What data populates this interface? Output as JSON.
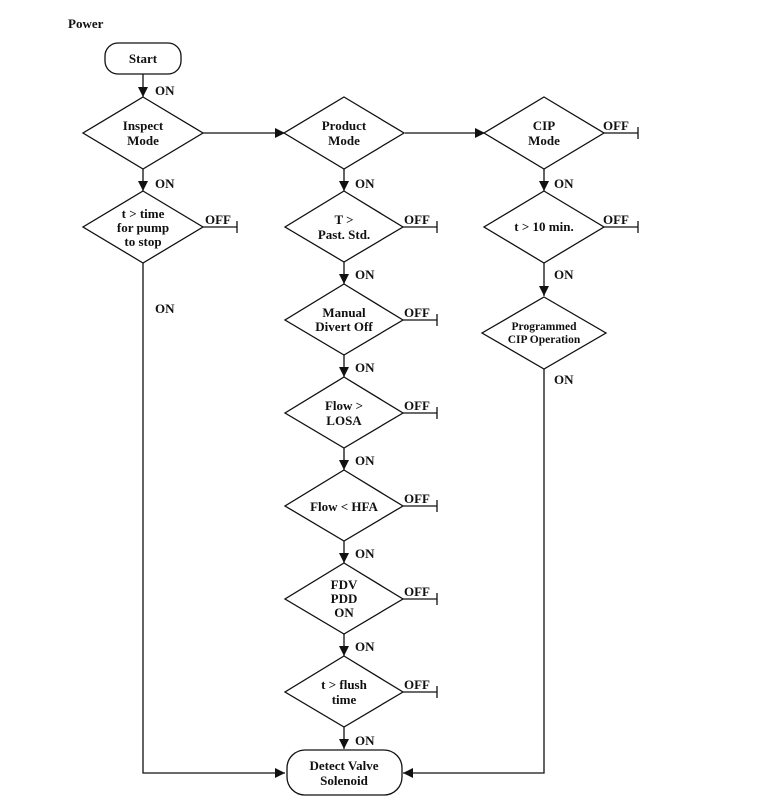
{
  "title": "Power",
  "nodes": {
    "start": {
      "lines": [
        "Start"
      ]
    },
    "inspect_mode": {
      "lines": [
        "Inspect",
        "Mode"
      ]
    },
    "product_mode": {
      "lines": [
        "Product",
        "Mode"
      ]
    },
    "cip_mode": {
      "lines": [
        "CIP",
        "Mode"
      ]
    },
    "pump_stop": {
      "lines": [
        "t > time",
        "for pump",
        "to stop"
      ]
    },
    "past_std": {
      "lines": [
        "T >",
        "Past. Std."
      ]
    },
    "cip_time": {
      "lines": [
        "t > 10 min."
      ]
    },
    "manual_divert": {
      "lines": [
        "Manual",
        "Divert Off"
      ]
    },
    "programmed_cip": {
      "lines": [
        "Programmed",
        "CIP Operation"
      ]
    },
    "flow_losa": {
      "lines": [
        "Flow >",
        "LOSA"
      ]
    },
    "flow_hfa": {
      "lines": [
        "Flow < HFA"
      ]
    },
    "fdv_pdd": {
      "lines": [
        "FDV",
        "PDD",
        "ON"
      ]
    },
    "flush_time": {
      "lines": [
        "t > flush",
        "time"
      ]
    },
    "detect_valve": {
      "lines": [
        "Detect Valve",
        "Solenoid"
      ]
    }
  },
  "edge_labels": {
    "on": "ON",
    "off": "OFF"
  }
}
